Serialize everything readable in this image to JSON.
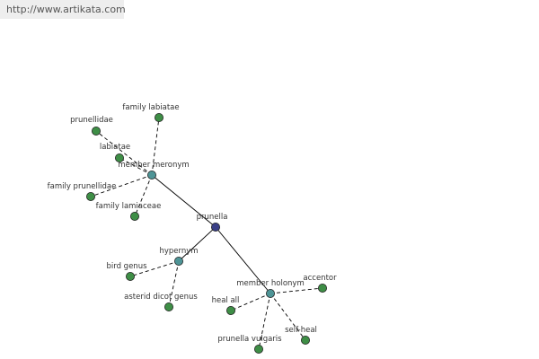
{
  "url_bar": {
    "text": "http://www.artikata.com"
  },
  "colors": {
    "root_node": "#3a3f86",
    "relation_node": "#4e9496",
    "leaf_node": "#3e8e46",
    "node_border": "#222222",
    "edge": "#000000"
  },
  "graph": {
    "root": {
      "label": "prunella"
    },
    "relations": [
      {
        "label": "member meronym",
        "children": [
          "prunellidae",
          "family labiatae",
          "labiatae",
          "family prunellidae",
          "family lamiaceae"
        ]
      },
      {
        "label": "hypernym",
        "children": [
          "bird genus",
          "asterid dicot genus"
        ]
      },
      {
        "label": "member holonym",
        "children": [
          "accentor",
          "heal all",
          "self-heal",
          "prunella vulgaris"
        ]
      }
    ]
  }
}
